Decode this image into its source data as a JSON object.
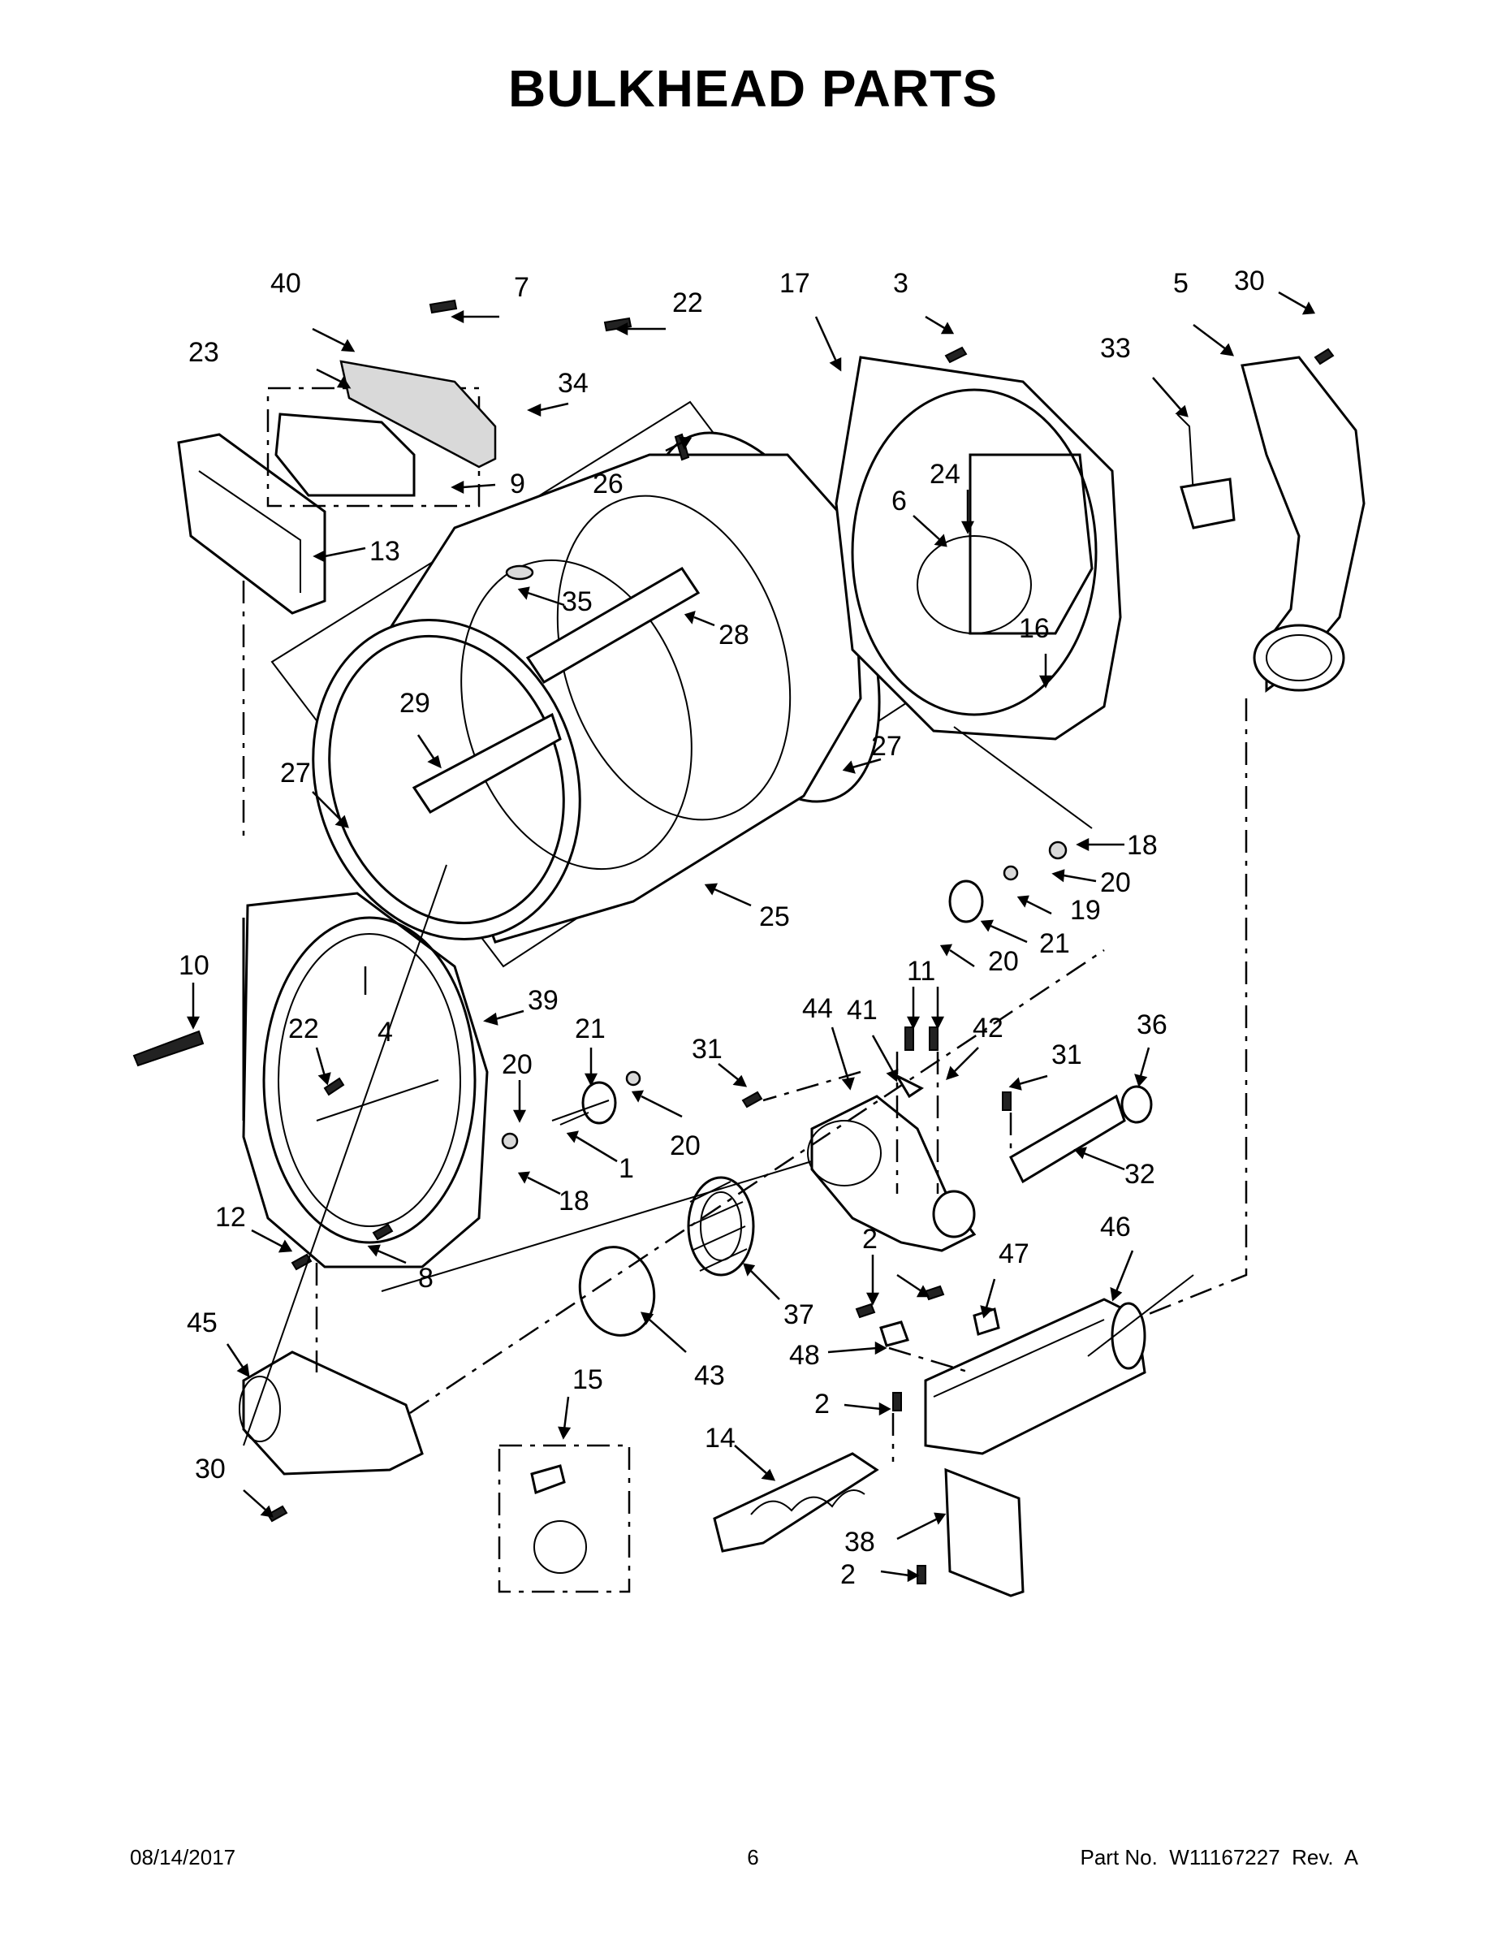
{
  "page": {
    "title": "BULKHEAD PARTS",
    "footer": {
      "date": "08/14/2017",
      "page_number": "6",
      "part_number": "Part No.  W11167227  Rev.  A"
    }
  },
  "callouts": [
    "40",
    "7",
    "22",
    "23",
    "34",
    "9",
    "26",
    "13",
    "35",
    "28",
    "29",
    "27",
    "27",
    "25",
    "17",
    "3",
    "24",
    "6",
    "16",
    "5",
    "30",
    "33",
    "18",
    "20",
    "19",
    "21",
    "20",
    "11",
    "10",
    "22",
    "4",
    "39",
    "21",
    "20",
    "20",
    "1",
    "18",
    "44",
    "41",
    "42",
    "31",
    "31",
    "36",
    "32",
    "12",
    "8",
    "45",
    "43",
    "37",
    "2",
    "47",
    "46",
    "48",
    "15",
    "2",
    "14",
    "38",
    "2",
    "30"
  ]
}
